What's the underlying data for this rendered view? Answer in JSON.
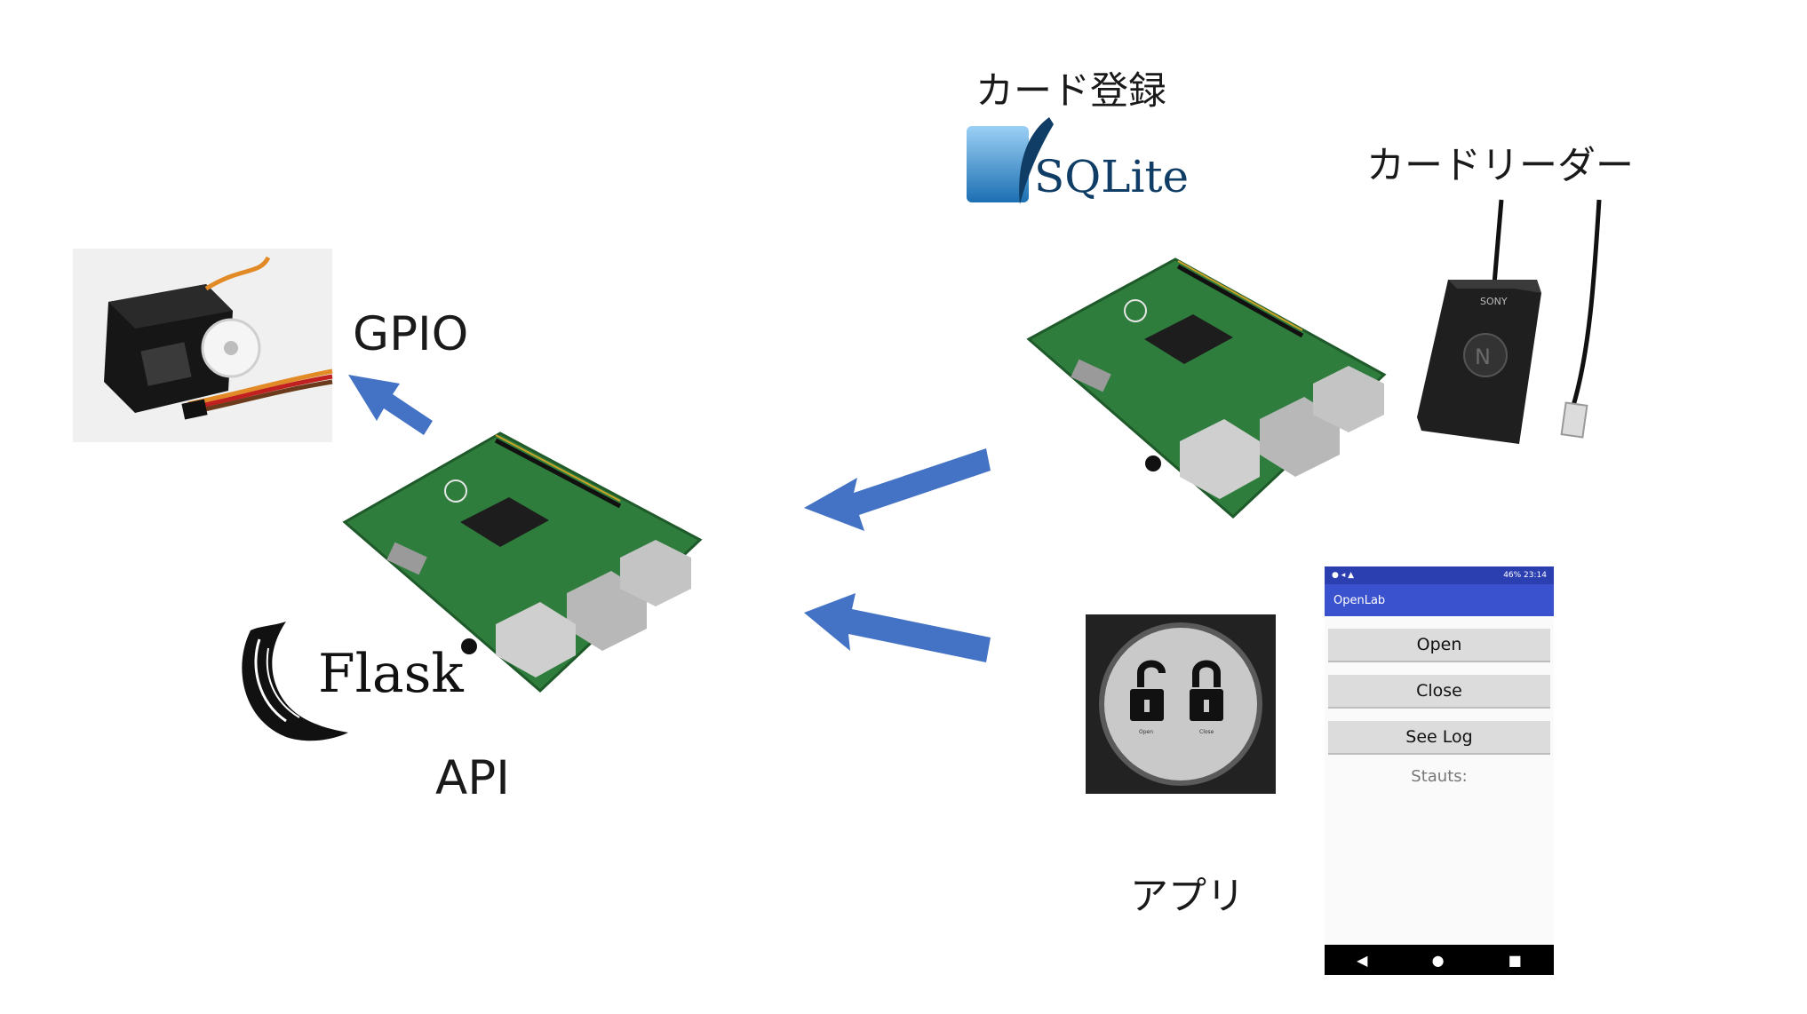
{
  "labels": {
    "gpio": "GPIO",
    "api": "API",
    "card_register": "カード登録",
    "card_reader": "カードリーダー",
    "app": "アプリ"
  },
  "logos": {
    "flask": "Flask",
    "sqlite": "SQLite",
    "sony": "SONY"
  },
  "phone": {
    "statusbar_right": "46% 23:14",
    "app_title": "OpenLab",
    "buttons": [
      "Open",
      "Close",
      "See Log"
    ],
    "status_label": "Stauts:",
    "nav": [
      "◀",
      "●",
      "■"
    ]
  },
  "lock_app": {
    "open_caption": "Open",
    "close_caption": "Close"
  },
  "colors": {
    "arrow": "#4472c4",
    "board_green": "#2f7d3c",
    "phone_primary": "#3b52cf"
  }
}
